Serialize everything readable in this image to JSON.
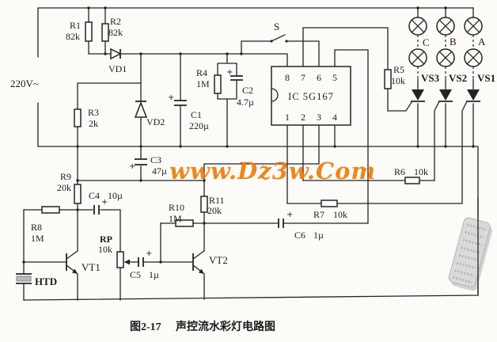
{
  "caption": {
    "figure_no": "图2-17",
    "title": "声控流水彩灯电路图"
  },
  "watermark": {
    "text": "www.Dz3w.Com",
    "color": "#ed7e0c"
  },
  "power": {
    "label": "220V~"
  },
  "ic": {
    "label": "IC 5G167",
    "pins_top": [
      "8",
      "7",
      "6",
      "5"
    ],
    "pins_bottom": [
      "1",
      "2",
      "3",
      "4"
    ]
  },
  "switch": {
    "label": "S"
  },
  "lamps": {
    "c": "C",
    "b": "B",
    "a": "A"
  },
  "thyristors": {
    "vs1": "VS1",
    "vs2": "VS2",
    "vs3": "VS3"
  },
  "resistors": {
    "r1": {
      "ref": "R1",
      "value": "82k"
    },
    "r2": {
      "ref": "R2",
      "value": "82k"
    },
    "r3": {
      "ref": "R3",
      "value": "2k"
    },
    "r4": {
      "ref": "R4",
      "value": "1M"
    },
    "r5": {
      "ref": "R5",
      "value": "10k"
    },
    "r6": {
      "ref": "R6",
      "value": "10k"
    },
    "r7": {
      "ref": "R7",
      "value": "10k"
    },
    "r8": {
      "ref": "R8",
      "value": "1M"
    },
    "r9": {
      "ref": "R9",
      "value": "20k"
    },
    "r10": {
      "ref": "R10",
      "value": "1M"
    },
    "r11": {
      "ref": "R11",
      "value": "20k"
    },
    "rp": {
      "ref": "RP",
      "value": "10k"
    }
  },
  "capacitors": {
    "c1": {
      "ref": "C1",
      "value": "220µ"
    },
    "c2": {
      "ref": "C2",
      "value": "4.7µ"
    },
    "c3": {
      "ref": "C3",
      "value": "47µ"
    },
    "c4": {
      "ref": "C4",
      "value": "10µ"
    },
    "c5": {
      "ref": "C5",
      "value": "1µ"
    },
    "c6": {
      "ref": "C6",
      "value": "1µ"
    }
  },
  "diodes": {
    "vd1": "VD1",
    "vd2": "VD2"
  },
  "transistors": {
    "vt1": "VT1",
    "vt2": "VT2"
  },
  "mic": {
    "label": "HTD"
  },
  "symbols": {
    "plus": "+"
  }
}
